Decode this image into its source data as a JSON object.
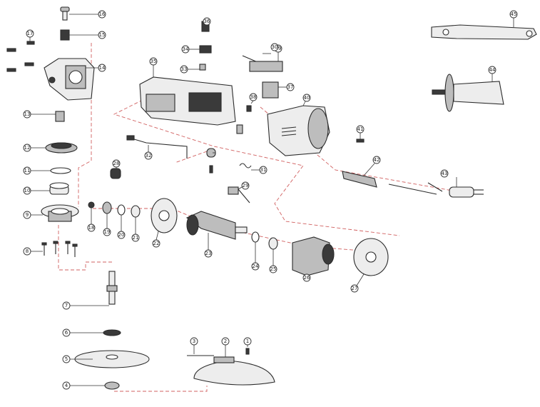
{
  "diagram": {
    "callouts": [
      {
        "id": "c1",
        "label": "1"
      },
      {
        "id": "c2",
        "label": "2"
      },
      {
        "id": "c3",
        "label": "3"
      },
      {
        "id": "c4",
        "label": "4"
      },
      {
        "id": "c5",
        "label": "5"
      },
      {
        "id": "c6",
        "label": "6"
      },
      {
        "id": "c7",
        "label": "7"
      },
      {
        "id": "c8",
        "label": "8"
      },
      {
        "id": "c9",
        "label": "9"
      },
      {
        "id": "c10",
        "label": "10"
      },
      {
        "id": "c11",
        "label": "11"
      },
      {
        "id": "c12",
        "label": "12"
      },
      {
        "id": "c13",
        "label": "13"
      },
      {
        "id": "c14",
        "label": "14"
      },
      {
        "id": "c15",
        "label": "15"
      },
      {
        "id": "c16",
        "label": "16"
      },
      {
        "id": "c17",
        "label": "17"
      },
      {
        "id": "c18",
        "label": "18"
      },
      {
        "id": "c19",
        "label": "19"
      },
      {
        "id": "c20",
        "label": "20"
      },
      {
        "id": "c21",
        "label": "21"
      },
      {
        "id": "c22",
        "label": "22"
      },
      {
        "id": "c23",
        "label": "23"
      },
      {
        "id": "c24",
        "label": "24"
      },
      {
        "id": "c25",
        "label": "25"
      },
      {
        "id": "c26",
        "label": "26"
      },
      {
        "id": "c27",
        "label": "27"
      },
      {
        "id": "c28",
        "label": "28"
      },
      {
        "id": "c29",
        "label": "29"
      },
      {
        "id": "c30",
        "label": "30"
      },
      {
        "id": "c31",
        "label": "31"
      },
      {
        "id": "c32",
        "label": "32"
      },
      {
        "id": "c33",
        "label": "33"
      },
      {
        "id": "c34",
        "label": "34"
      },
      {
        "id": "c35",
        "label": "35"
      },
      {
        "id": "c36",
        "label": "36"
      },
      {
        "id": "c37",
        "label": "37"
      },
      {
        "id": "c38",
        "label": "38"
      },
      {
        "id": "c39",
        "label": "39"
      },
      {
        "id": "c40",
        "label": "40"
      },
      {
        "id": "c41",
        "label": "41"
      },
      {
        "id": "c42",
        "label": "42"
      },
      {
        "id": "c43",
        "label": "43"
      },
      {
        "id": "c44",
        "label": "44"
      },
      {
        "id": "c45",
        "label": "45"
      }
    ]
  }
}
